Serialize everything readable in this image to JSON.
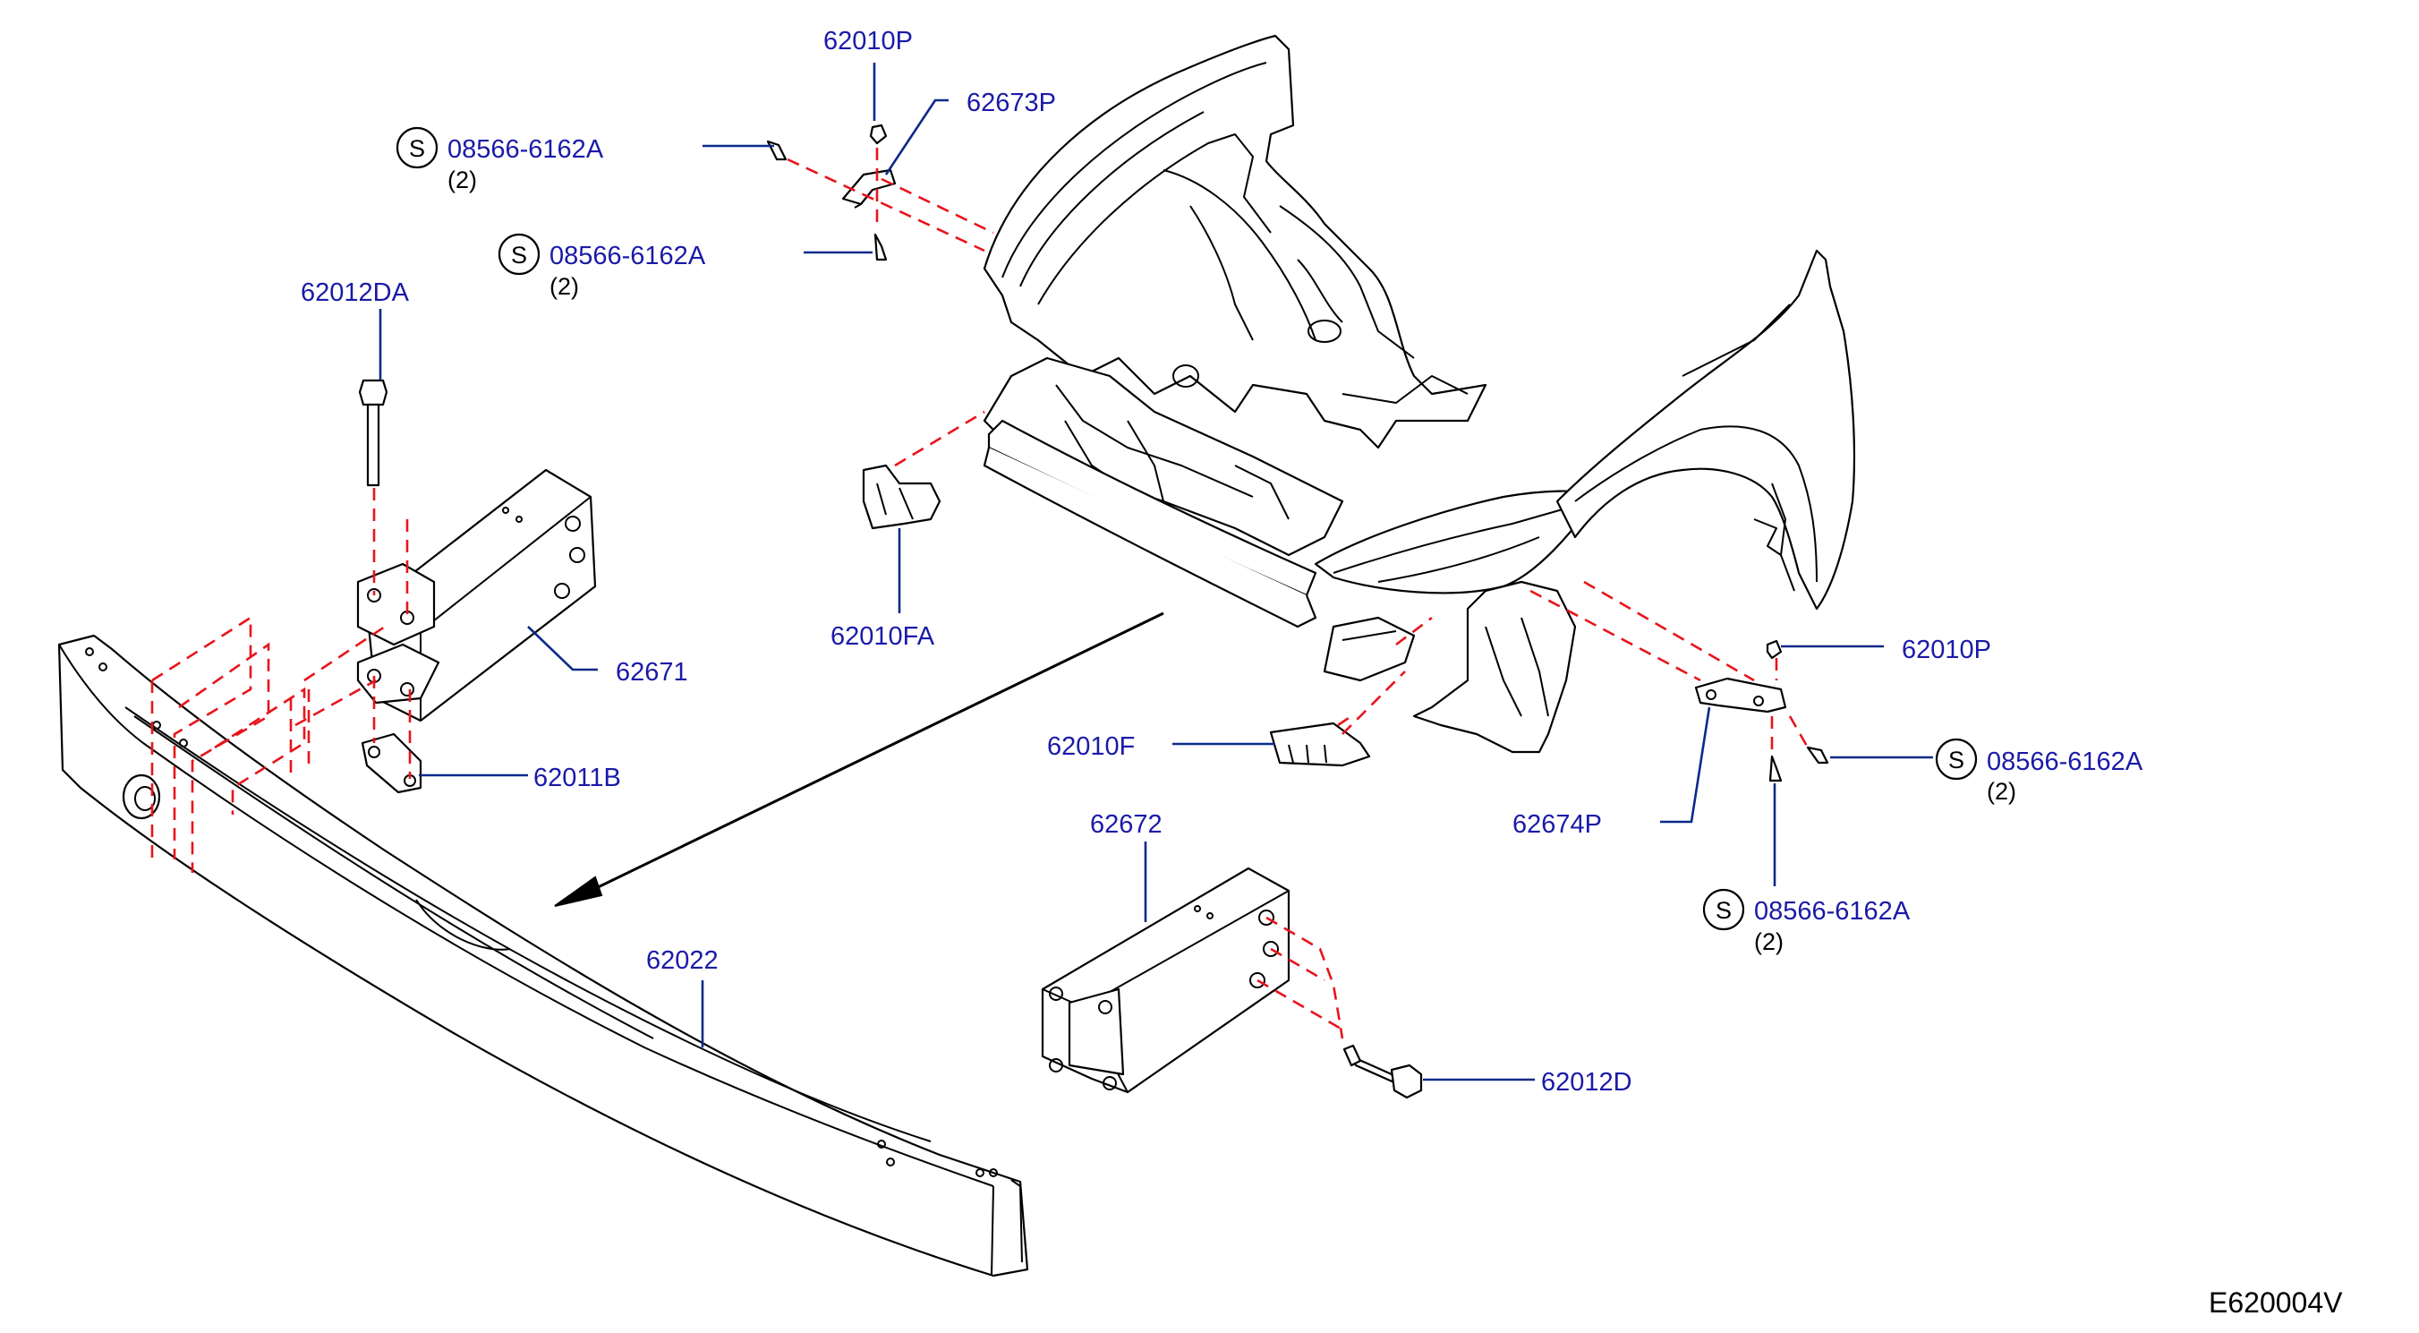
{
  "diagram": {
    "code": "E620004V",
    "callouts": [
      {
        "id": "62010P_top",
        "part": "62010P"
      },
      {
        "id": "62673P",
        "part": "62673P"
      },
      {
        "id": "screw_a1",
        "part": "08566-6162A",
        "symbol": "S",
        "qty": "(2)"
      },
      {
        "id": "screw_a2",
        "part": "08566-6162A",
        "symbol": "S",
        "qty": "(2)"
      },
      {
        "id": "62012DA",
        "part": "62012DA"
      },
      {
        "id": "62671",
        "part": "62671"
      },
      {
        "id": "62011B",
        "part": "62011B"
      },
      {
        "id": "62010FA",
        "part": "62010FA"
      },
      {
        "id": "62010F",
        "part": "62010F"
      },
      {
        "id": "62022",
        "part": "62022"
      },
      {
        "id": "62672",
        "part": "62672"
      },
      {
        "id": "62012D",
        "part": "62012D"
      },
      {
        "id": "62010P_right",
        "part": "62010P"
      },
      {
        "id": "screw_b1",
        "part": "08566-6162A",
        "symbol": "S",
        "qty": "(2)"
      },
      {
        "id": "62674P",
        "part": "62674P"
      },
      {
        "id": "screw_b2",
        "part": "08566-6162A",
        "symbol": "S",
        "qty": "(2)"
      }
    ]
  }
}
